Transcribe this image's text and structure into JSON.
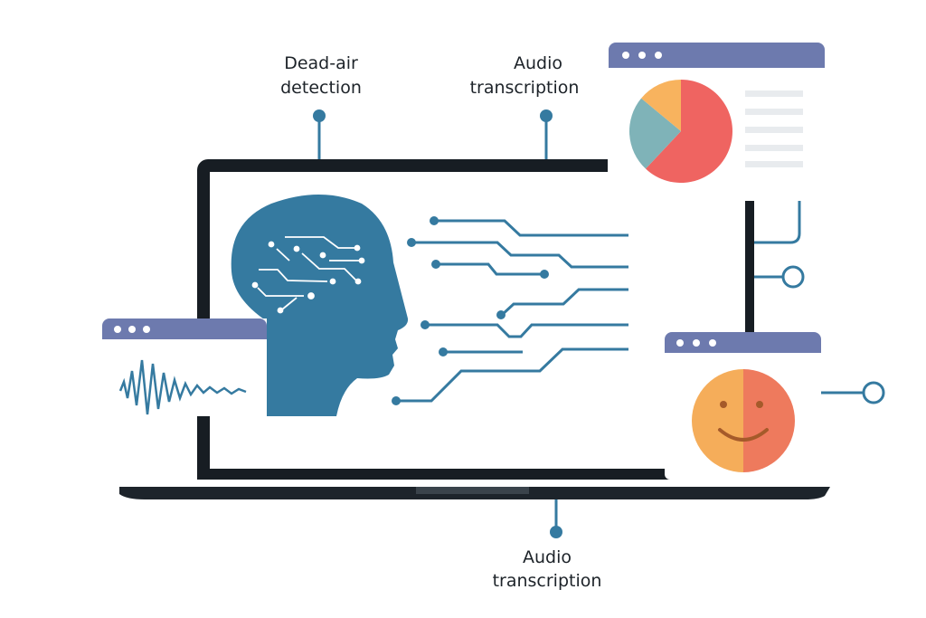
{
  "labels": {
    "top_left": [
      "Dead-air",
      "detection"
    ],
    "top_right": [
      "Audio",
      "transcription"
    ],
    "bottom": [
      "Audio",
      "transcription"
    ]
  },
  "colors": {
    "primary": "#357aa0",
    "frame": "#171d23",
    "window_header": "#6d7aae",
    "pie_red": "#ef6461",
    "pie_teal": "#7fb3b8",
    "pie_orange": "#f8b35e",
    "face_left": "#f5ad5a",
    "face_right": "#ee7a5d"
  },
  "pie_chart": {
    "slices": [
      {
        "name": "red",
        "value": 62
      },
      {
        "name": "teal",
        "value": 24
      },
      {
        "name": "orange",
        "value": 14
      }
    ]
  },
  "icons": [
    "ai-head-icon",
    "sound-wave-icon",
    "pie-chart-icon",
    "smiley-face-icon",
    "laptop-icon"
  ]
}
